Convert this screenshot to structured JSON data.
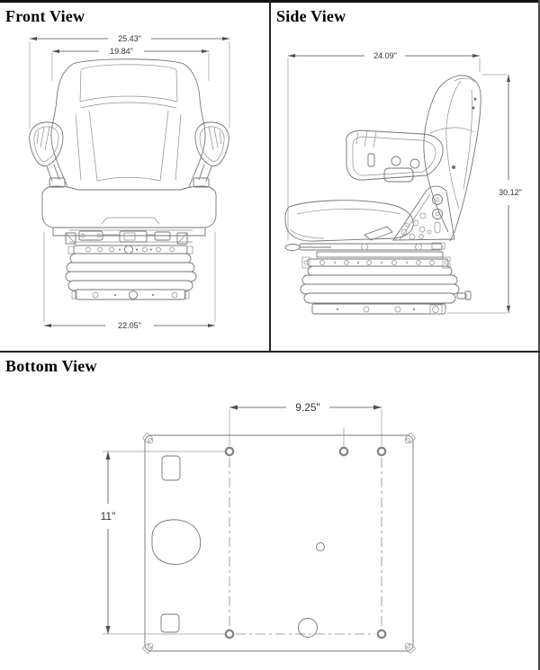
{
  "page": {
    "background": "#ffffff",
    "line_color": "#767676",
    "dimension_color": "#4d4d4d",
    "border_color": "#222222"
  },
  "panels": {
    "front_view": {
      "title": "Front View",
      "dimensions": {
        "overall_width": "25.43\"",
        "backrest_width": "19.84\"",
        "base_width": "22.05\""
      }
    },
    "side_view": {
      "title": "Side View",
      "dimensions": {
        "overall_depth": "24.09\"",
        "overall_height": "30.12\""
      }
    },
    "bottom_view": {
      "title": "Bottom View",
      "dimensions": {
        "mount_hole_spacing_width": "9.25\"",
        "mount_hole_spacing_depth": "11\""
      }
    }
  }
}
